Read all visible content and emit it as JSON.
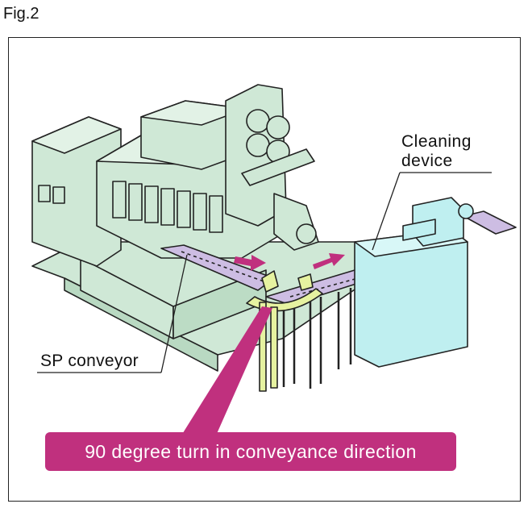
{
  "figure": {
    "label": "Fig.2"
  },
  "labels": {
    "cleaning_device_line1": "Cleaning",
    "cleaning_device_line2": "device",
    "sp_conveyor": "SP conveyor",
    "callout": "90 degree turn in conveyance direction"
  },
  "colors": {
    "machine_fill": "#cfe8d6",
    "conveyor_fill": "#cdbde3",
    "cleaning_fill": "#bfeff0",
    "turn_unit_fill": "#e6f2a0",
    "accent_magenta": "#c0307e"
  }
}
